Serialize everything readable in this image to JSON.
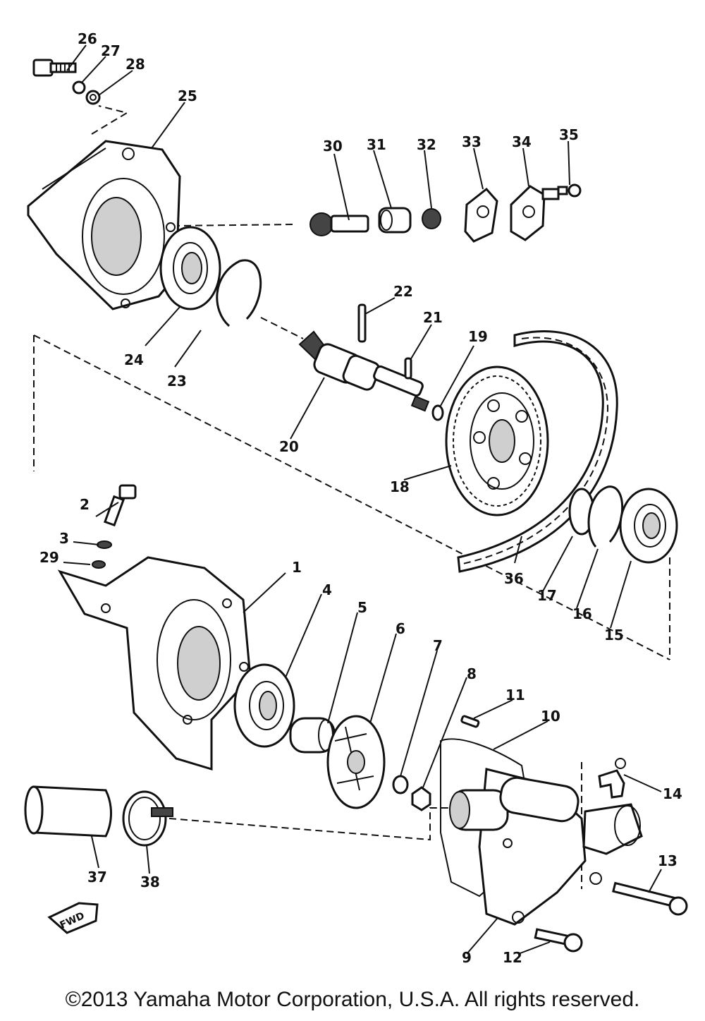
{
  "diagram": {
    "callouts": [
      "1",
      "2",
      "3",
      "4",
      "5",
      "6",
      "7",
      "8",
      "9",
      "10",
      "11",
      "12",
      "13",
      "14",
      "15",
      "16",
      "17",
      "18",
      "19",
      "20",
      "21",
      "22",
      "23",
      "24",
      "25",
      "26",
      "27",
      "28",
      "29",
      "30",
      "31",
      "32",
      "33",
      "34",
      "35",
      "36",
      "37",
      "38"
    ],
    "fwd_tag": "FWD"
  },
  "footer": {
    "copyright": "©2013 Yamaha Motor Corporation, U.S.A. All rights reserved."
  }
}
